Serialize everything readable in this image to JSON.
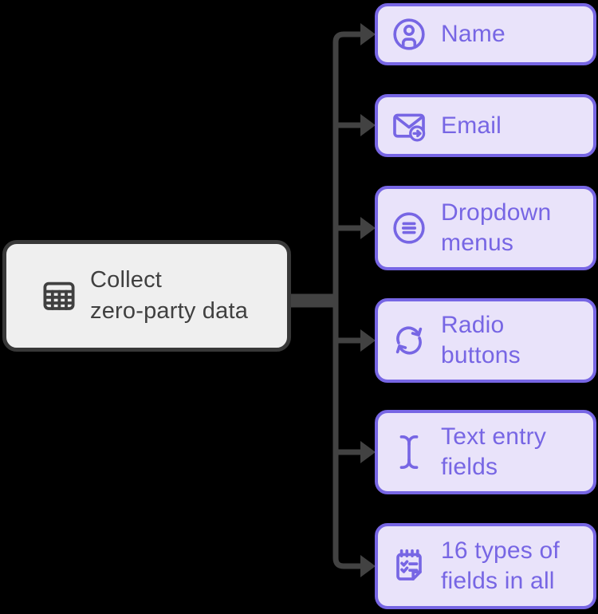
{
  "diagram": {
    "root": {
      "label": "Collect\nzero-party data",
      "icon": "table-icon"
    },
    "children": [
      {
        "label": "Name",
        "icon": "user-circle-icon"
      },
      {
        "label": "Email",
        "icon": "email-send-icon"
      },
      {
        "label": "Dropdown\nmenus",
        "icon": "list-circle-icon"
      },
      {
        "label": "Radio\nbuttons",
        "icon": "sync-icon"
      },
      {
        "label": "Text entry\nfields",
        "icon": "text-cursor-icon"
      },
      {
        "label": "16 types of\nfields in all",
        "icon": "notepad-check-icon"
      }
    ]
  },
  "colors": {
    "background": "#000000",
    "accent": "#7766E4",
    "node_fill": "#E9E3FA",
    "root_fill": "#EFEFEF",
    "root_border": "#383838",
    "root_text": "#404040",
    "connector": "#424242"
  }
}
